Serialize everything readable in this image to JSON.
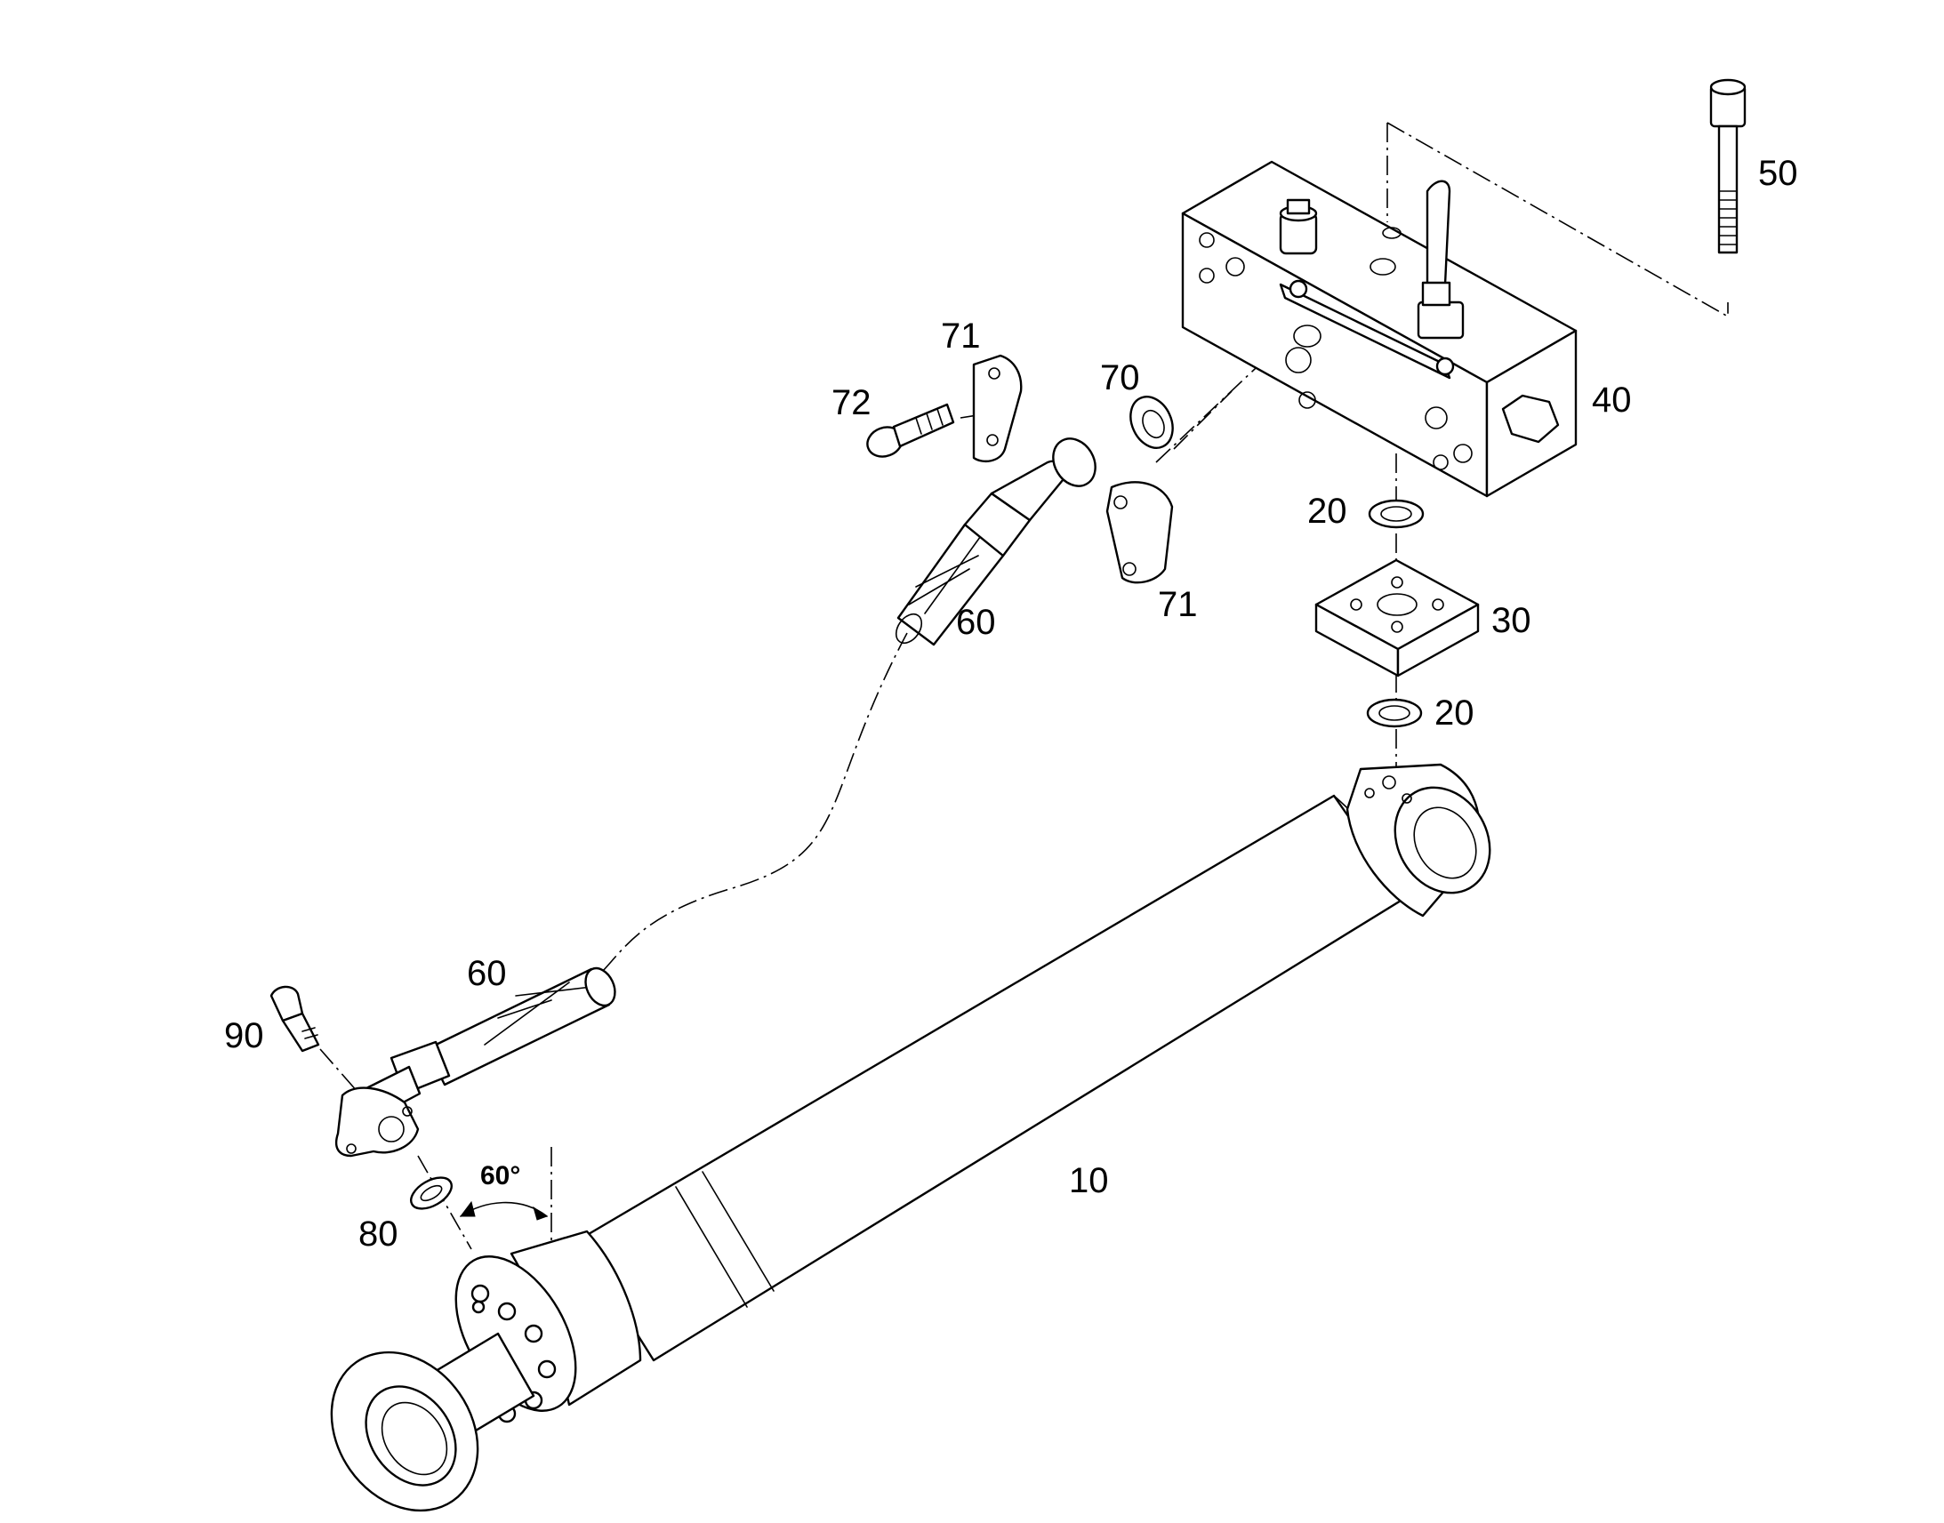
{
  "diagram": {
    "callouts": [
      {
        "id": "c10",
        "text": "10",
        "part": "hydraulic cylinder"
      },
      {
        "id": "c20a",
        "text": "20",
        "part": "seal ring upper"
      },
      {
        "id": "c20b",
        "text": "20",
        "part": "seal ring lower"
      },
      {
        "id": "c30",
        "text": "30",
        "part": "adapter plate"
      },
      {
        "id": "c40",
        "text": "40",
        "part": "valve block"
      },
      {
        "id": "c50",
        "text": "50",
        "part": "cap screw"
      },
      {
        "id": "c60a",
        "text": "60",
        "part": "hose upper end"
      },
      {
        "id": "c60b",
        "text": "60",
        "part": "hose lower end"
      },
      {
        "id": "c70",
        "text": "70",
        "part": "o-ring"
      },
      {
        "id": "c71a",
        "text": "71",
        "part": "flange half upper"
      },
      {
        "id": "c71b",
        "text": "71",
        "part": "flange half lower"
      },
      {
        "id": "c72",
        "text": "72",
        "part": "cap screw"
      },
      {
        "id": "c80",
        "text": "80",
        "part": "o-ring"
      },
      {
        "id": "c90",
        "text": "90",
        "part": "cap screw"
      }
    ],
    "angle_label": "60°"
  }
}
